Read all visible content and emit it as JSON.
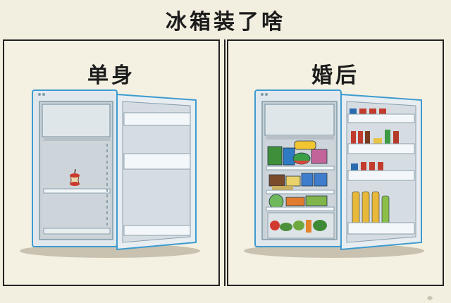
{
  "title": "冰箱装了啥",
  "panels": [
    {
      "label": "单身"
    },
    {
      "label": "婚后"
    }
  ],
  "colors": {
    "background": "#f3efe0",
    "fridge_body": "#dbe4ea",
    "fridge_outline": "#4da7d6",
    "interior": "#d7dde1"
  }
}
